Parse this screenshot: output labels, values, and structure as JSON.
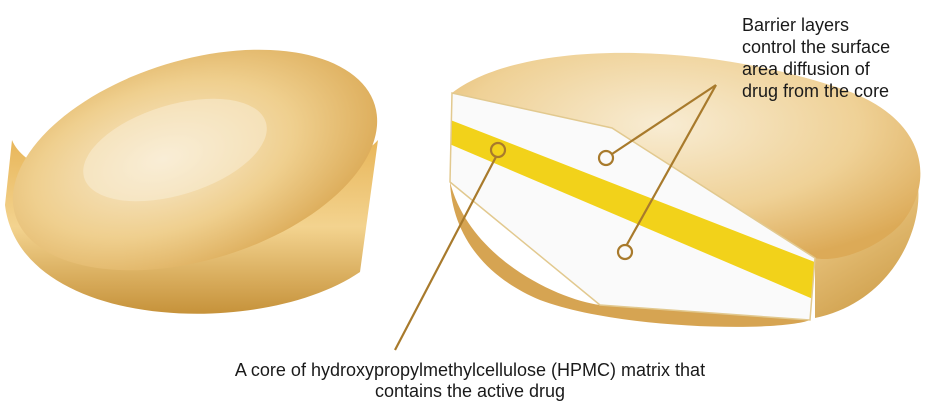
{
  "labels": {
    "barrier": {
      "lines": [
        "Barrier layers",
        "control the surface",
        "area diffusion of",
        "drug from the core"
      ]
    },
    "core": {
      "lines": [
        "A core of hydroxypropylmethylcellulose (HPMC) matrix that",
        "contains the active drug"
      ]
    }
  },
  "colors": {
    "tablet_light": "#f6e3b4",
    "tablet_mid": "#ebc271",
    "tablet_dark": "#c99a3e",
    "barrier_face": "#fafafa",
    "core_band": "#f2d21a",
    "leader_line": "#a87a2c"
  }
}
